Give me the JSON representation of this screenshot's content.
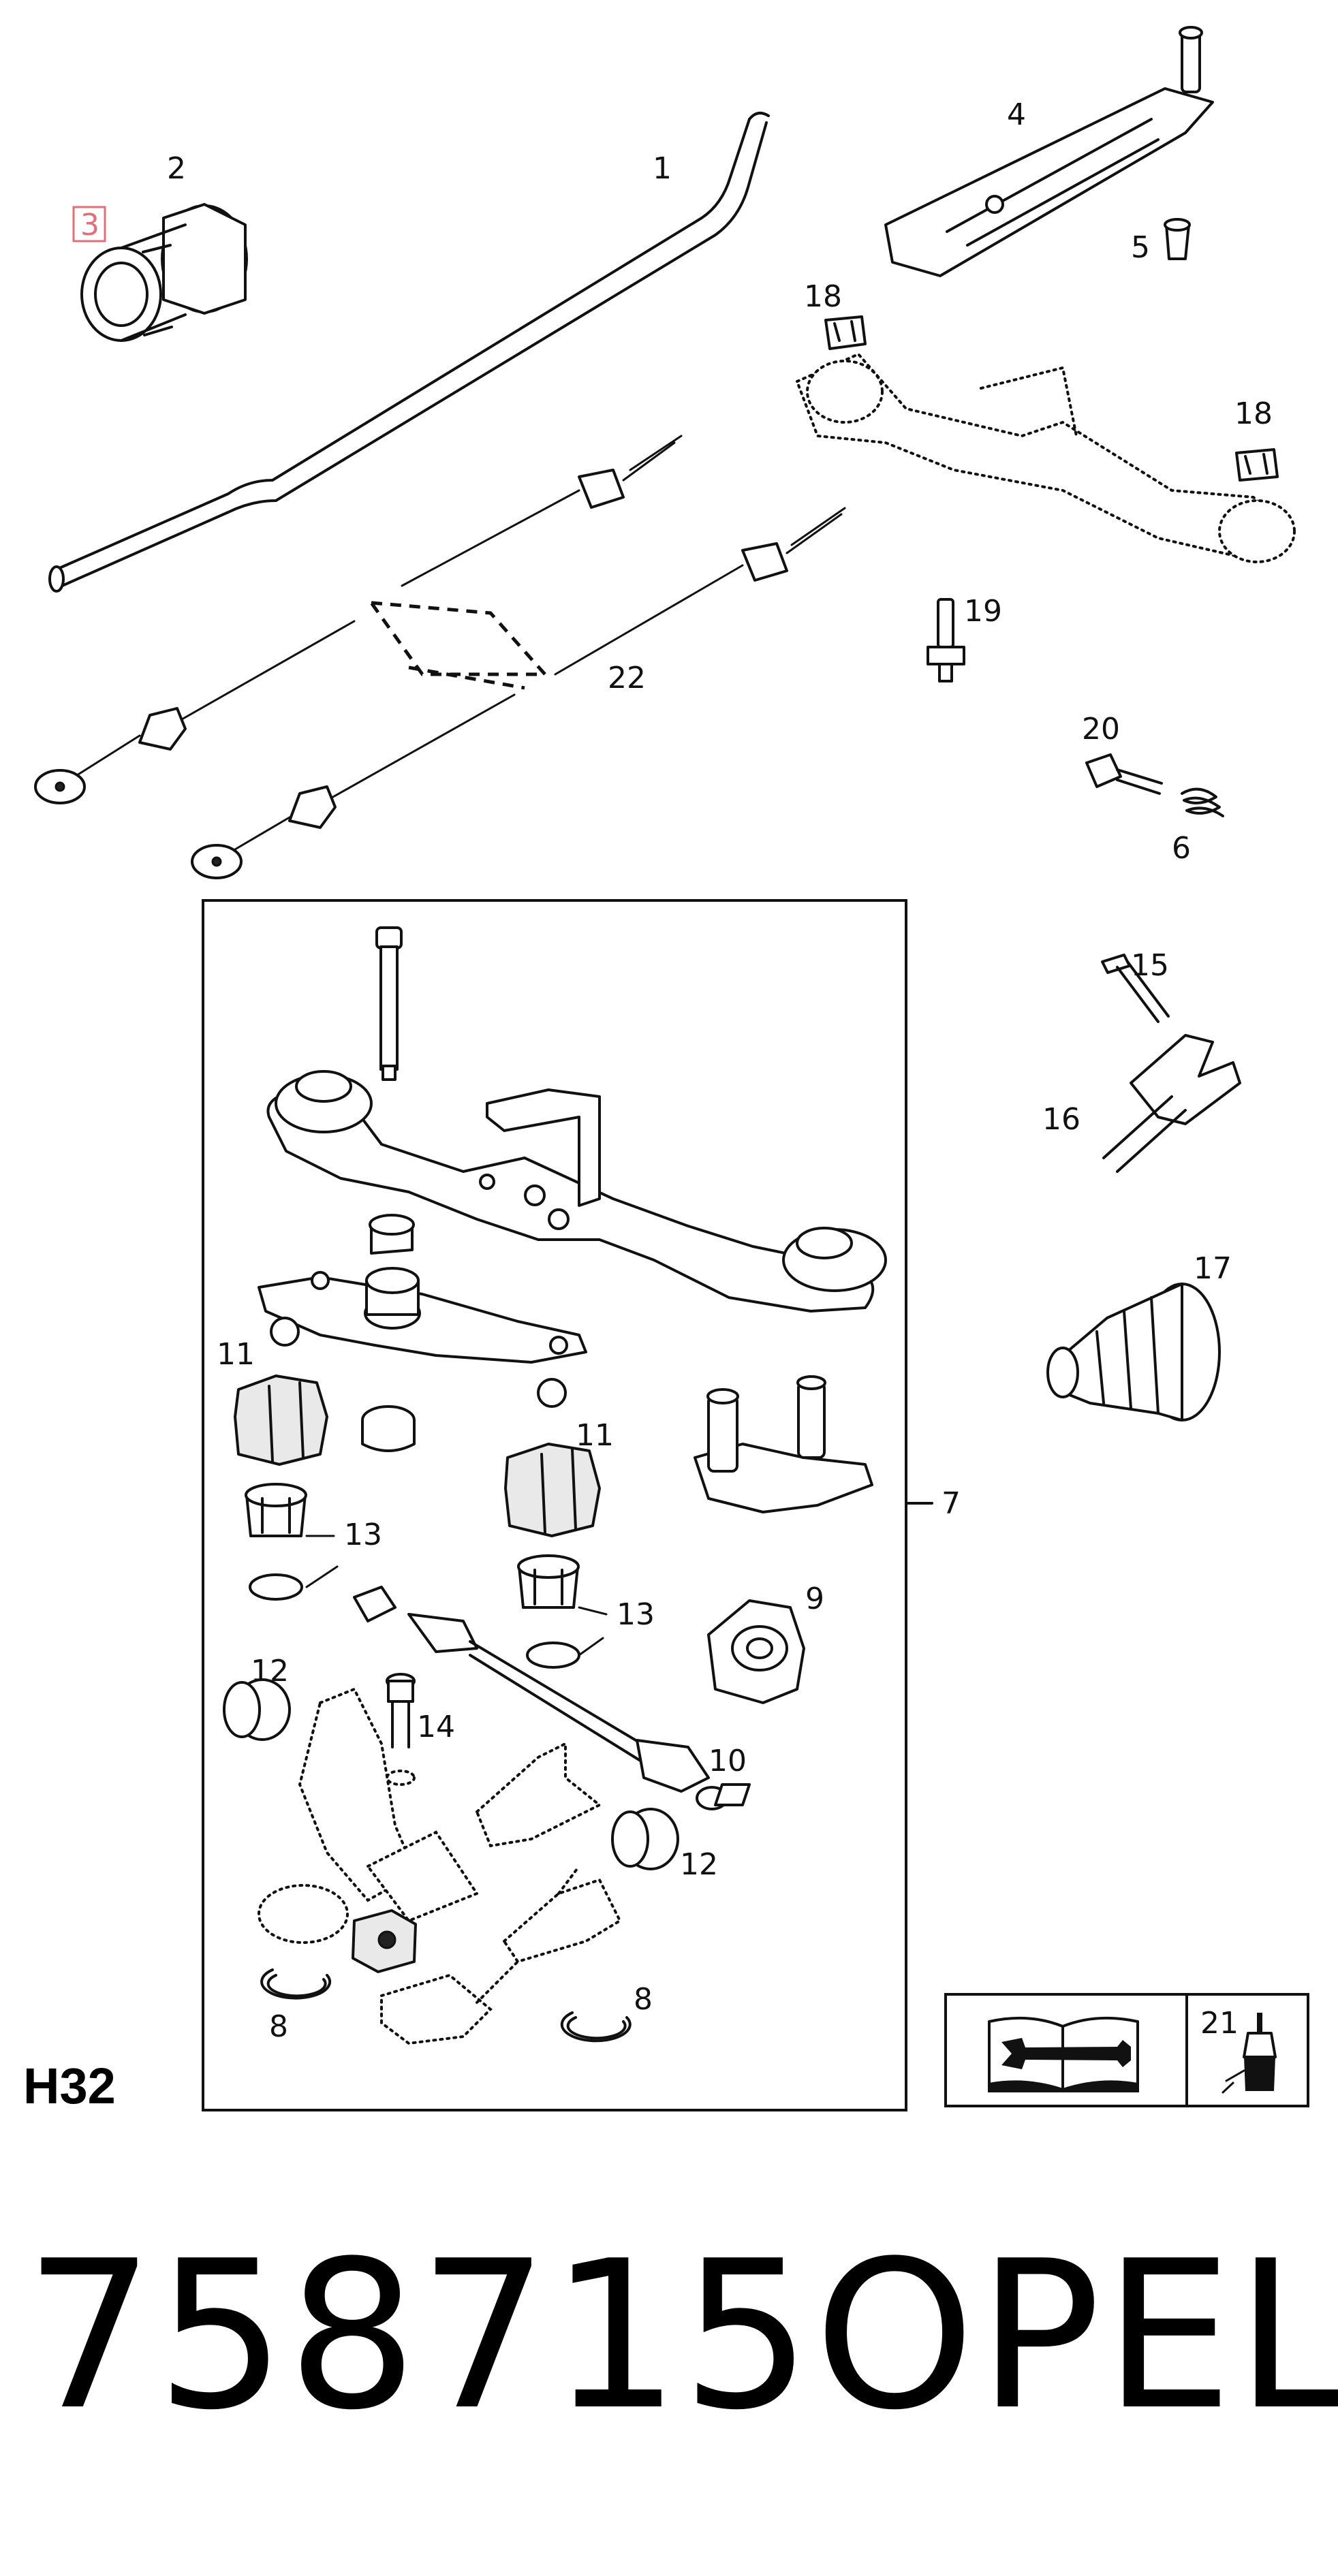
{
  "diagram": {
    "group_code": "H32",
    "highlighted_part": "3",
    "part_labels": {
      "p1": "1",
      "p2": "2",
      "p3": "3",
      "p4": "4",
      "p5": "5",
      "p6": "6",
      "p7": "7",
      "p8a": "8",
      "p8b": "8",
      "p9": "9",
      "p10": "10",
      "p11a": "11",
      "p11b": "11",
      "p12a": "12",
      "p12b": "12",
      "p13a": "13",
      "p13b": "13",
      "p14": "14",
      "p15": "15",
      "p16": "16",
      "p17": "17",
      "p18a": "18",
      "p18b": "18",
      "p19": "19",
      "p20": "20",
      "p21": "21",
      "p22": "22"
    },
    "icons": [
      "manual-book-wrench-icon",
      "adhesive-tube-icon"
    ],
    "highlight_color": "#e0707a"
  },
  "footer": {
    "part_number": "758715",
    "brand": "OPEL"
  }
}
